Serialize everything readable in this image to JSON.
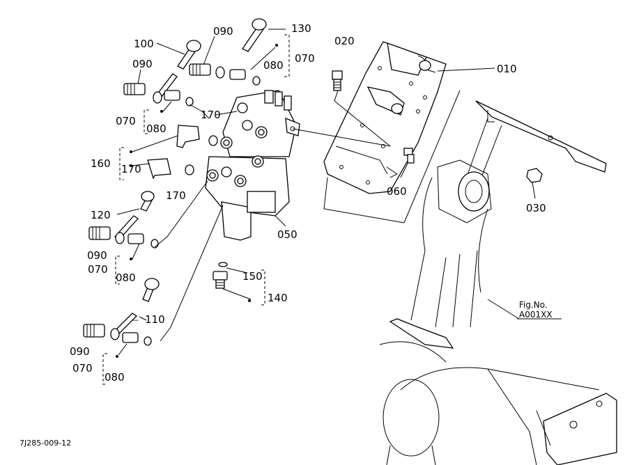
{
  "labels": {
    "p010": "010",
    "p020": "020",
    "p030": "030",
    "p050": "050",
    "p060": "060",
    "p100": "100",
    "p090_top": "090",
    "p130": "130",
    "p070_top": "070",
    "p080_top": "080",
    "p090_left": "090",
    "p070_left": "070",
    "p080_left": "080",
    "p170_a": "170",
    "p160": "160",
    "p170_b": "170",
    "p170_c": "170",
    "p120": "120",
    "p090_mid": "090",
    "p070_mid": "070",
    "p080_mid": "080",
    "p150": "150",
    "p140": "140",
    "p110": "110",
    "p090_bot": "090",
    "p070_bot": "070",
    "p080_bot": "080"
  },
  "figure_ref": {
    "line1": "Fig.No.",
    "line2": "A001XX"
  },
  "drawing_code": "7J285-009-12"
}
